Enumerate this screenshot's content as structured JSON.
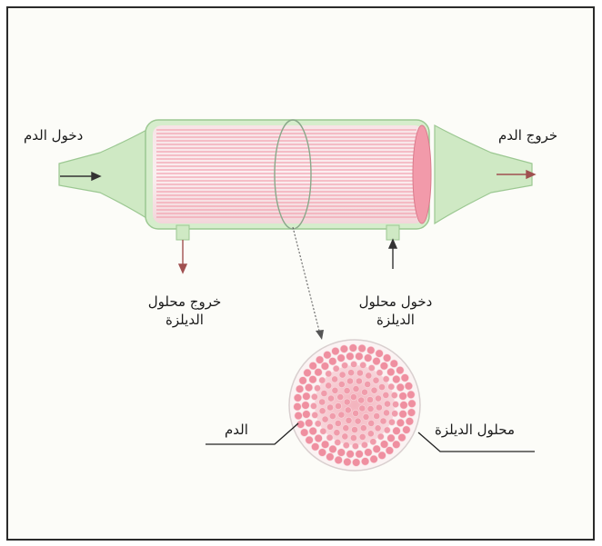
{
  "labels": {
    "blood_in": "دخول الدم",
    "blood_out": "خروج الدم",
    "dialysate_out_line1": "خروج محلول",
    "dialysate_out_line2": "الديلزة",
    "dialysate_in_line1": "دخول محلول",
    "dialysate_in_line2": "الديلزة",
    "blood": "الدم",
    "dialysate": "محلول الديلزة"
  },
  "colors": {
    "housing": "#cfe9c4",
    "fibers": "#f2a2b0",
    "fiber_core": "#f7d3d8",
    "cross_section_bg": "#fbf3f3",
    "arrow": "#333333",
    "arrow_red": "#c0392b"
  }
}
